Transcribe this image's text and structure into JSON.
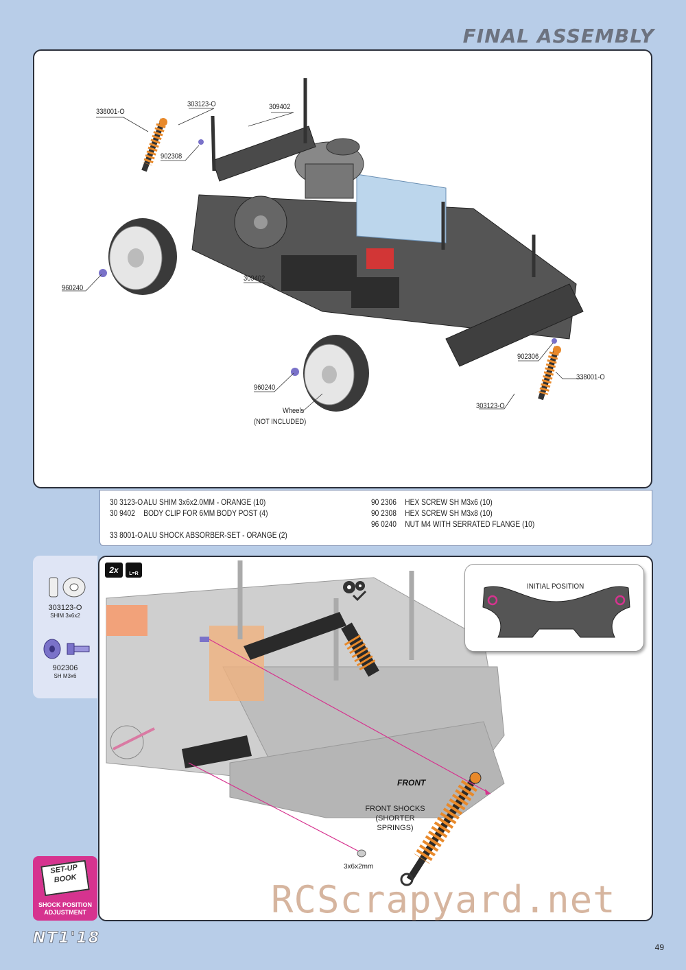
{
  "header": {
    "title": "FINAL ASSEMBLY"
  },
  "top_diagram": {
    "callouts": {
      "shock_left": "338001-O",
      "shim_left": "303123-O",
      "clip_top": "309402",
      "screw_left": "902308",
      "nut_rear": "960240",
      "clip_mid": "309402",
      "nut_front": "960240",
      "wheels_line1": "Wheels",
      "wheels_line2": "(NOT INCLUDED)",
      "screw_right": "902306",
      "shock_right": "338001-O",
      "shim_right": "303123-O"
    }
  },
  "parts_list": {
    "left": [
      {
        "code": "30 3123-O",
        "desc": "ALU SHIM 3x6x2.0MM - ORANGE (10)"
      },
      {
        "code": "30 9402",
        "desc": "BODY CLIP FOR 6MM BODY POST (4)"
      },
      {
        "code": "33 8001-O",
        "desc": "ALU SHOCK ABSORBER-SET - ORANGE (2)"
      }
    ],
    "right": [
      {
        "code": "90 2306",
        "desc": "HEX SCREW SH M3x6  (10)"
      },
      {
        "code": "90 2308",
        "desc": "HEX SCREW SH M3x8  (10)"
      },
      {
        "code": "96 0240",
        "desc": "NUT M4 WITH SERRATED FLANGE  (10)"
      }
    ]
  },
  "side_parts": [
    {
      "code": "303123-O",
      "desc": "SHIM 3x6x2"
    },
    {
      "code": "902306",
      "desc": "SH M3x6"
    }
  ],
  "bottom_diagram": {
    "qty_badge": "2x",
    "lr_badge": "L=R",
    "initial_position": "INITIAL POSITION",
    "front_label": "FRONT",
    "front_shocks_line1": "FRONT SHOCKS",
    "front_shocks_line2": "(SHORTER SPRINGS)",
    "shim_label": "3x6x2mm"
  },
  "setup_book": {
    "title_line1": "SET-UP",
    "title_line2": "BOOK",
    "caption_line1": "SHOCK POSITION",
    "caption_line2": "ADJUSTMENT"
  },
  "footer": {
    "logo": "NT1'18",
    "page_number": "49"
  },
  "watermark": "RCScrapyard.net",
  "colors": {
    "page_bg": "#b8cde8",
    "accent_orange": "#e8892a",
    "accent_magenta": "#d6338f",
    "frame": "#2b2f3a"
  }
}
